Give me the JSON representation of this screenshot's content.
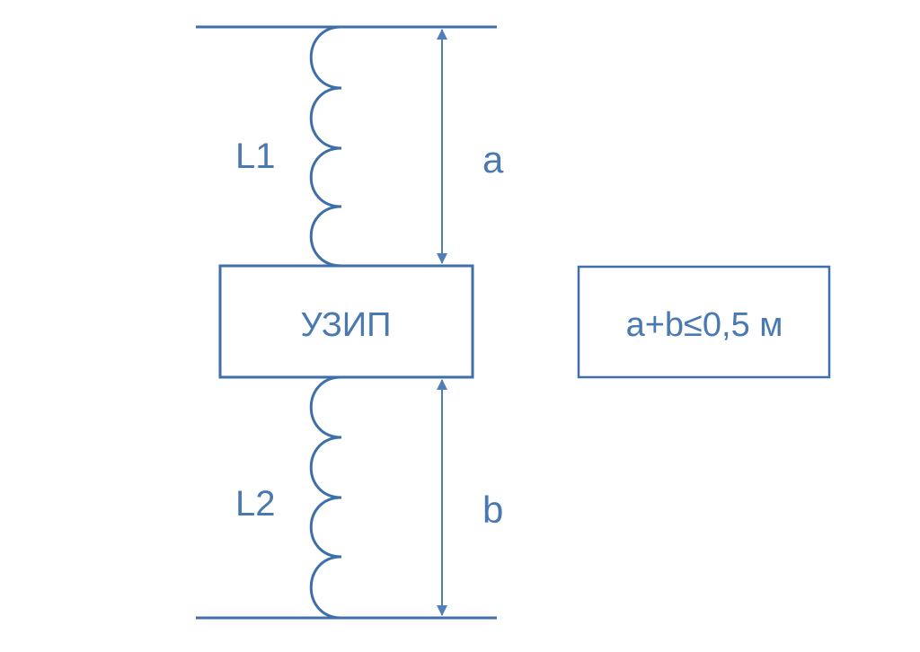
{
  "colors": {
    "line": "#3f6fa8",
    "arrow": "#4f7fb8",
    "text": "#4a78b0",
    "background": "#ffffff"
  },
  "labels": {
    "inductor_top": "L1",
    "inductor_bottom": "L2",
    "distance_top": "a",
    "distance_bottom": "b",
    "device": "УЗИП",
    "condition": "a+b≤0,5 м"
  }
}
